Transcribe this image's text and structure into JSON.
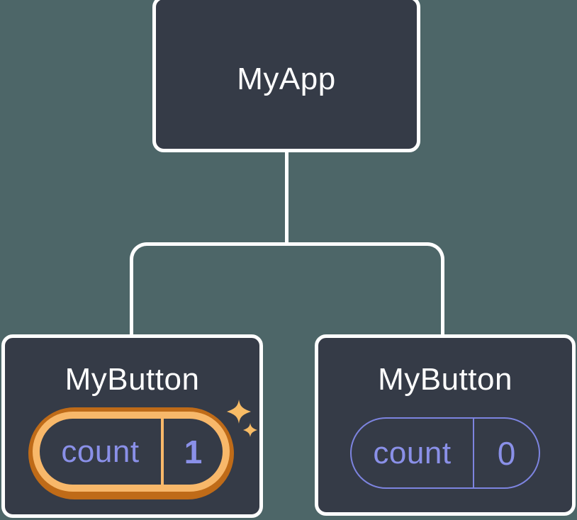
{
  "colors": {
    "background": "#4d6668",
    "node_fill": "#353b47",
    "node_border": "#ffffff",
    "connector": "#ffffff",
    "label_text": "#ffffff",
    "state_text": "#8a90e8",
    "state_outline": "#7d84e0",
    "highlight_outer": "#bf6b18",
    "highlight_inner": "#f8b86a",
    "sparkle": "#f8bc66"
  },
  "tree": {
    "root": {
      "label": "MyApp"
    },
    "children": [
      {
        "label": "MyButton",
        "highlighted": true,
        "state": {
          "name": "count",
          "value": "1"
        },
        "icon": "sparkles-icon"
      },
      {
        "label": "MyButton",
        "highlighted": false,
        "state": {
          "name": "count",
          "value": "0"
        }
      }
    ]
  }
}
